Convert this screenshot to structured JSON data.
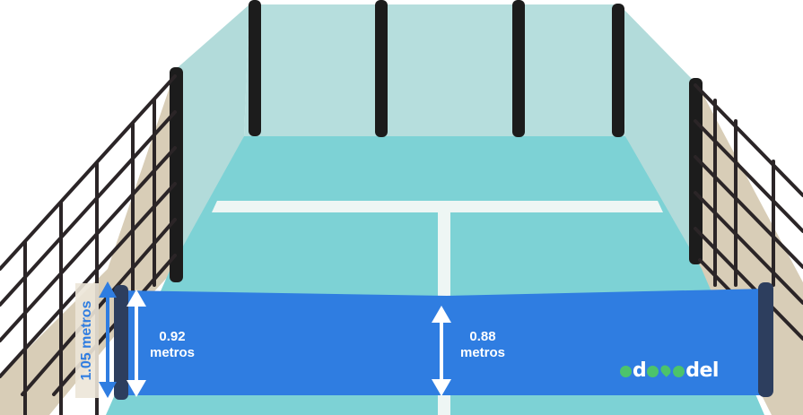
{
  "measurements": {
    "total_height": "1.05 metros",
    "side_height_value": "0.92",
    "side_height_unit": "metros",
    "center_height_value": "0.88",
    "center_height_unit": "metros"
  },
  "logo": {
    "parts": [
      "d",
      "del"
    ]
  },
  "colors": {
    "glass": "#b4dcdc",
    "court": "#7dd3d6",
    "court_near": "#79d0d3",
    "lines": "#f2f7f5",
    "net": "#2f7de1",
    "posts": "#1b1b1b",
    "fence": "#2a2426",
    "sand": "#d7ccb6",
    "arrow": "#ffffff",
    "logo_green": "#4cc36b"
  },
  "icons": [
    "tennis-ball-icon",
    "location-pin-icon",
    "double-arrow-icon"
  ]
}
